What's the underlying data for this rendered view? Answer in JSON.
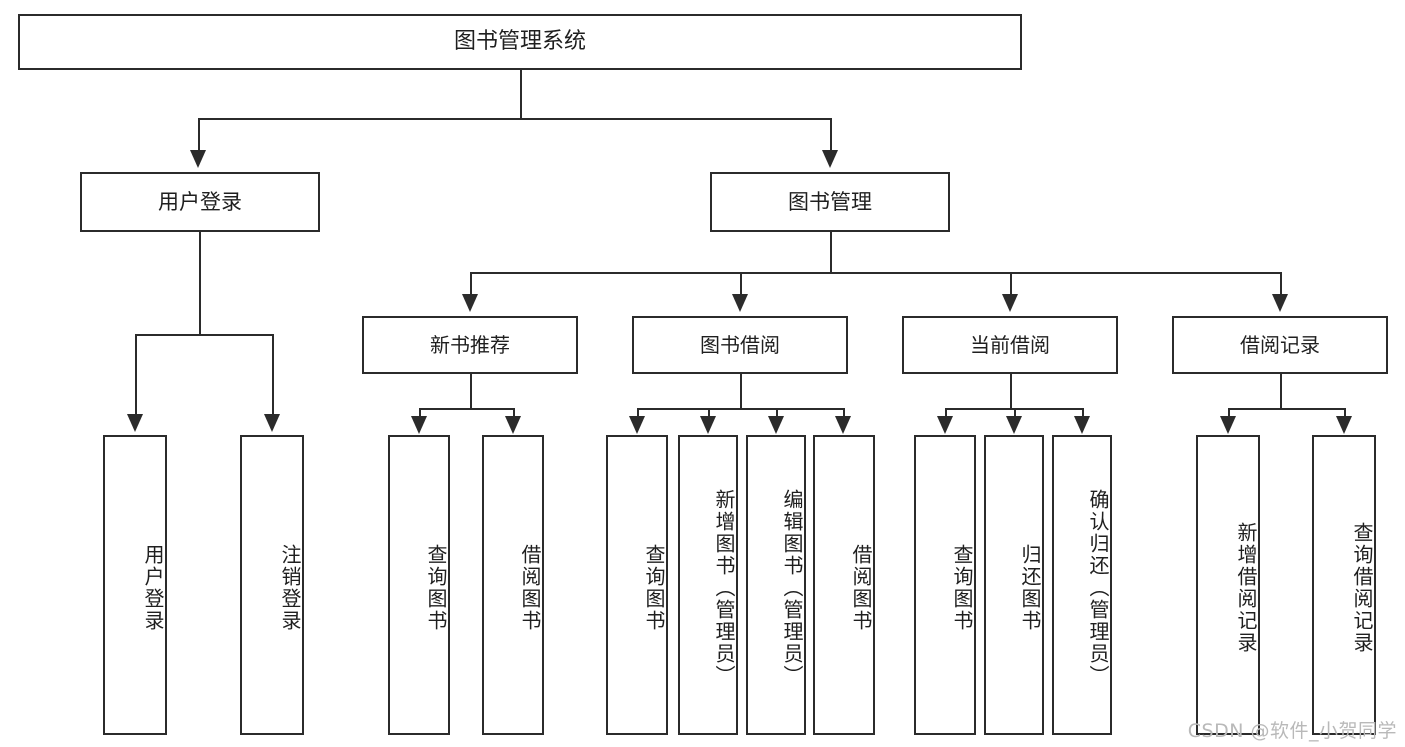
{
  "diagram": {
    "type": "tree",
    "title": "图书管理系统",
    "watermark": "CSDN @软件_小贺同学",
    "colors": {
      "stroke": "#2b2b2b",
      "fill": "#ffffff",
      "text": "#1f1f1f",
      "watermark": "#b9b9b9"
    },
    "root": {
      "label": "图书管理系统"
    },
    "level2": [
      {
        "label": "用户登录"
      },
      {
        "label": "图书管理"
      }
    ],
    "level3": [
      {
        "label": "新书推荐"
      },
      {
        "label": "图书借阅"
      },
      {
        "label": "当前借阅"
      },
      {
        "label": "借阅记录"
      }
    ],
    "leaves": {
      "user_login": [
        {
          "label": "用户登录"
        },
        {
          "label": "注销登录"
        }
      ],
      "new_book_recommend": [
        {
          "label": "查询图书"
        },
        {
          "label": "借阅图书"
        }
      ],
      "book_borrow": [
        {
          "label": "查询图书"
        },
        {
          "label": "新增图书（管理员）"
        },
        {
          "label": "编辑图书（管理员）"
        },
        {
          "label": "借阅图书"
        }
      ],
      "current_borrow": [
        {
          "label": "查询图书"
        },
        {
          "label": "归还图书"
        },
        {
          "label": "确认归还（管理员）"
        }
      ],
      "borrow_record": [
        {
          "label": "新增借阅记录"
        },
        {
          "label": "查询借阅记录"
        }
      ]
    }
  }
}
